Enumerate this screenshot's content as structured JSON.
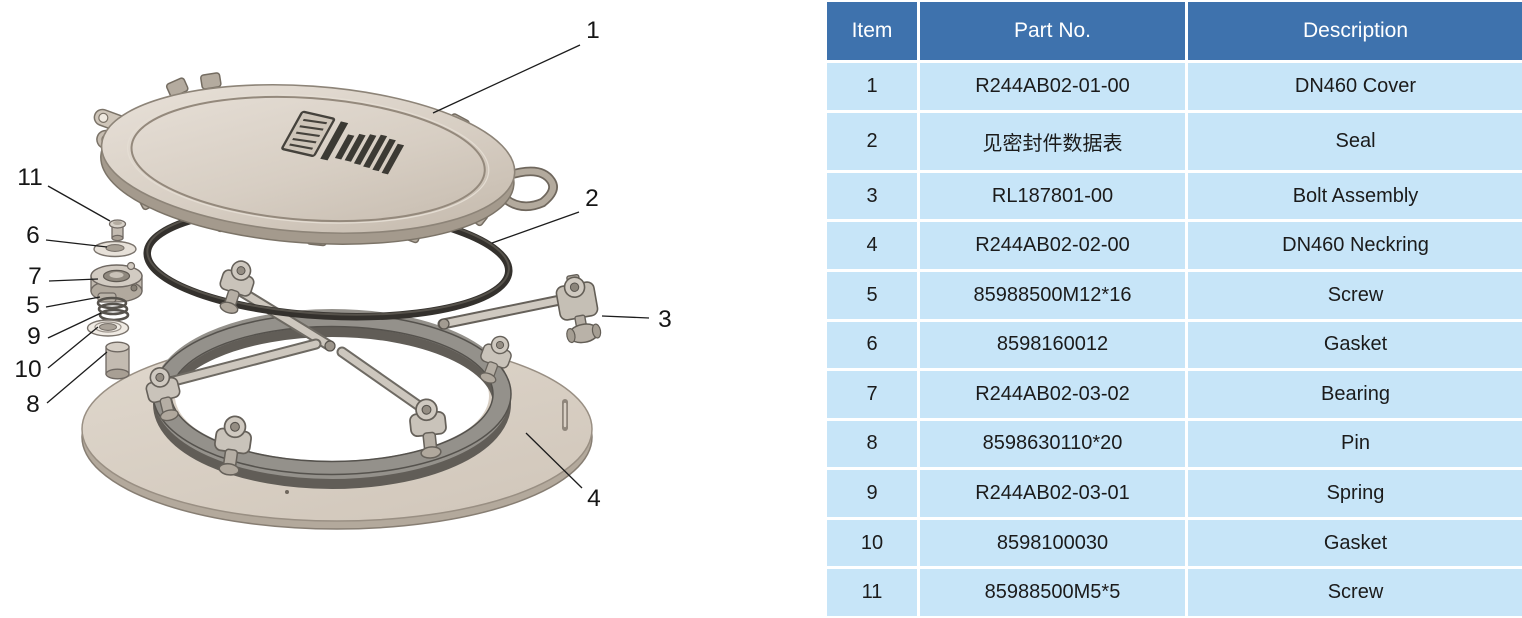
{
  "diagram": {
    "callouts": [
      {
        "label": "1"
      },
      {
        "label": "2"
      },
      {
        "label": "3"
      },
      {
        "label": "4"
      },
      {
        "label": "5"
      },
      {
        "label": "6"
      },
      {
        "label": "7"
      },
      {
        "label": "8"
      },
      {
        "label": "9"
      },
      {
        "label": "10"
      },
      {
        "label": "11"
      }
    ]
  },
  "table": {
    "headers": [
      "Item",
      "Part No.",
      "Description"
    ],
    "rows": [
      {
        "item": "1",
        "part_no": "R244AB02-01-00",
        "description": "DN460 Cover"
      },
      {
        "item": "2",
        "part_no": "见密封件数据表",
        "description": "Seal"
      },
      {
        "item": "3",
        "part_no": "RL187801-00",
        "description": "Bolt Assembly"
      },
      {
        "item": "4",
        "part_no": "R244AB02-02-00",
        "description": "DN460 Neckring"
      },
      {
        "item": "5",
        "part_no": "85988500M12*16",
        "description": "Screw"
      },
      {
        "item": "6",
        "part_no": "8598160012",
        "description": "Gasket"
      },
      {
        "item": "7",
        "part_no": "R244AB02-03-02",
        "description": "Bearing"
      },
      {
        "item": "8",
        "part_no": "8598630110*20",
        "description": "Pin"
      },
      {
        "item": "9",
        "part_no": "R244AB02-03-01",
        "description": "Spring"
      },
      {
        "item": "10",
        "part_no": "8598100030",
        "description": "Gasket"
      },
      {
        "item": "11",
        "part_no": "85988500M5*5",
        "description": "Screw"
      }
    ]
  },
  "colors": {
    "table_header_bg": "#3e72ad",
    "table_header_text": "#ffffff",
    "table_row_bg": "#c7e5f8",
    "table_grid": "#ffffff",
    "diagram_metal": "#c9c3ba",
    "diagram_cover": "#d9d1c6",
    "diagram_seal": "#34312d",
    "callout_text": "#161616"
  }
}
